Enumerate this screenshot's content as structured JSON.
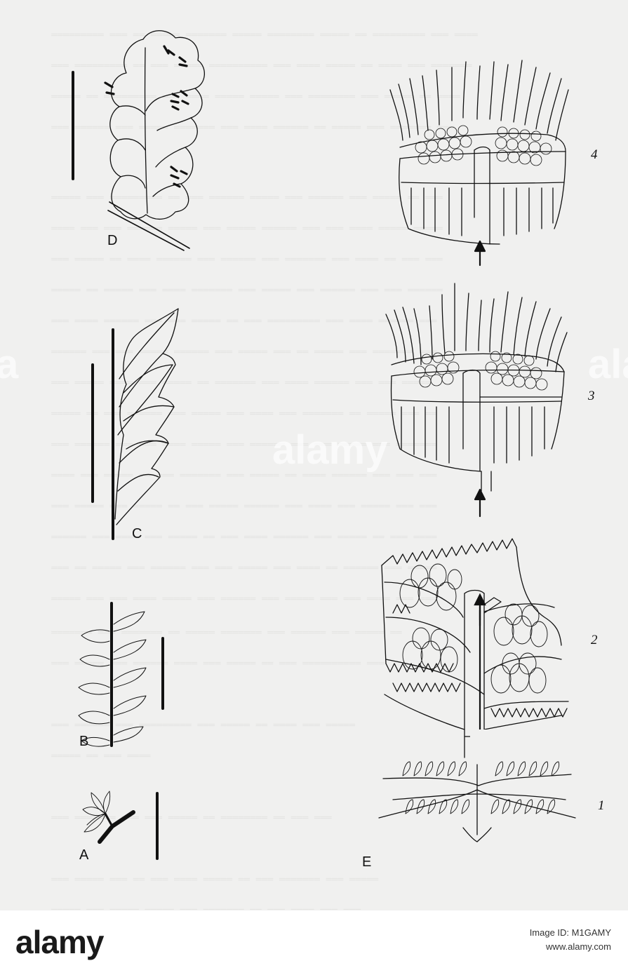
{
  "figure": {
    "panel_labels": {
      "A": "A",
      "B": "B",
      "C": "C",
      "D": "D",
      "E": "E"
    },
    "stage_numbers": [
      "1",
      "2",
      "3",
      "4"
    ]
  },
  "watermark": {
    "text": "alamy",
    "side_text": "a"
  },
  "footer": {
    "logo": "alamy",
    "image_id": "Image ID: M1GAMY",
    "site": "www.alamy.com"
  },
  "colors": {
    "ink": "#111111",
    "paper": "#f0f0ef",
    "footer_bg": "#ffffff"
  }
}
